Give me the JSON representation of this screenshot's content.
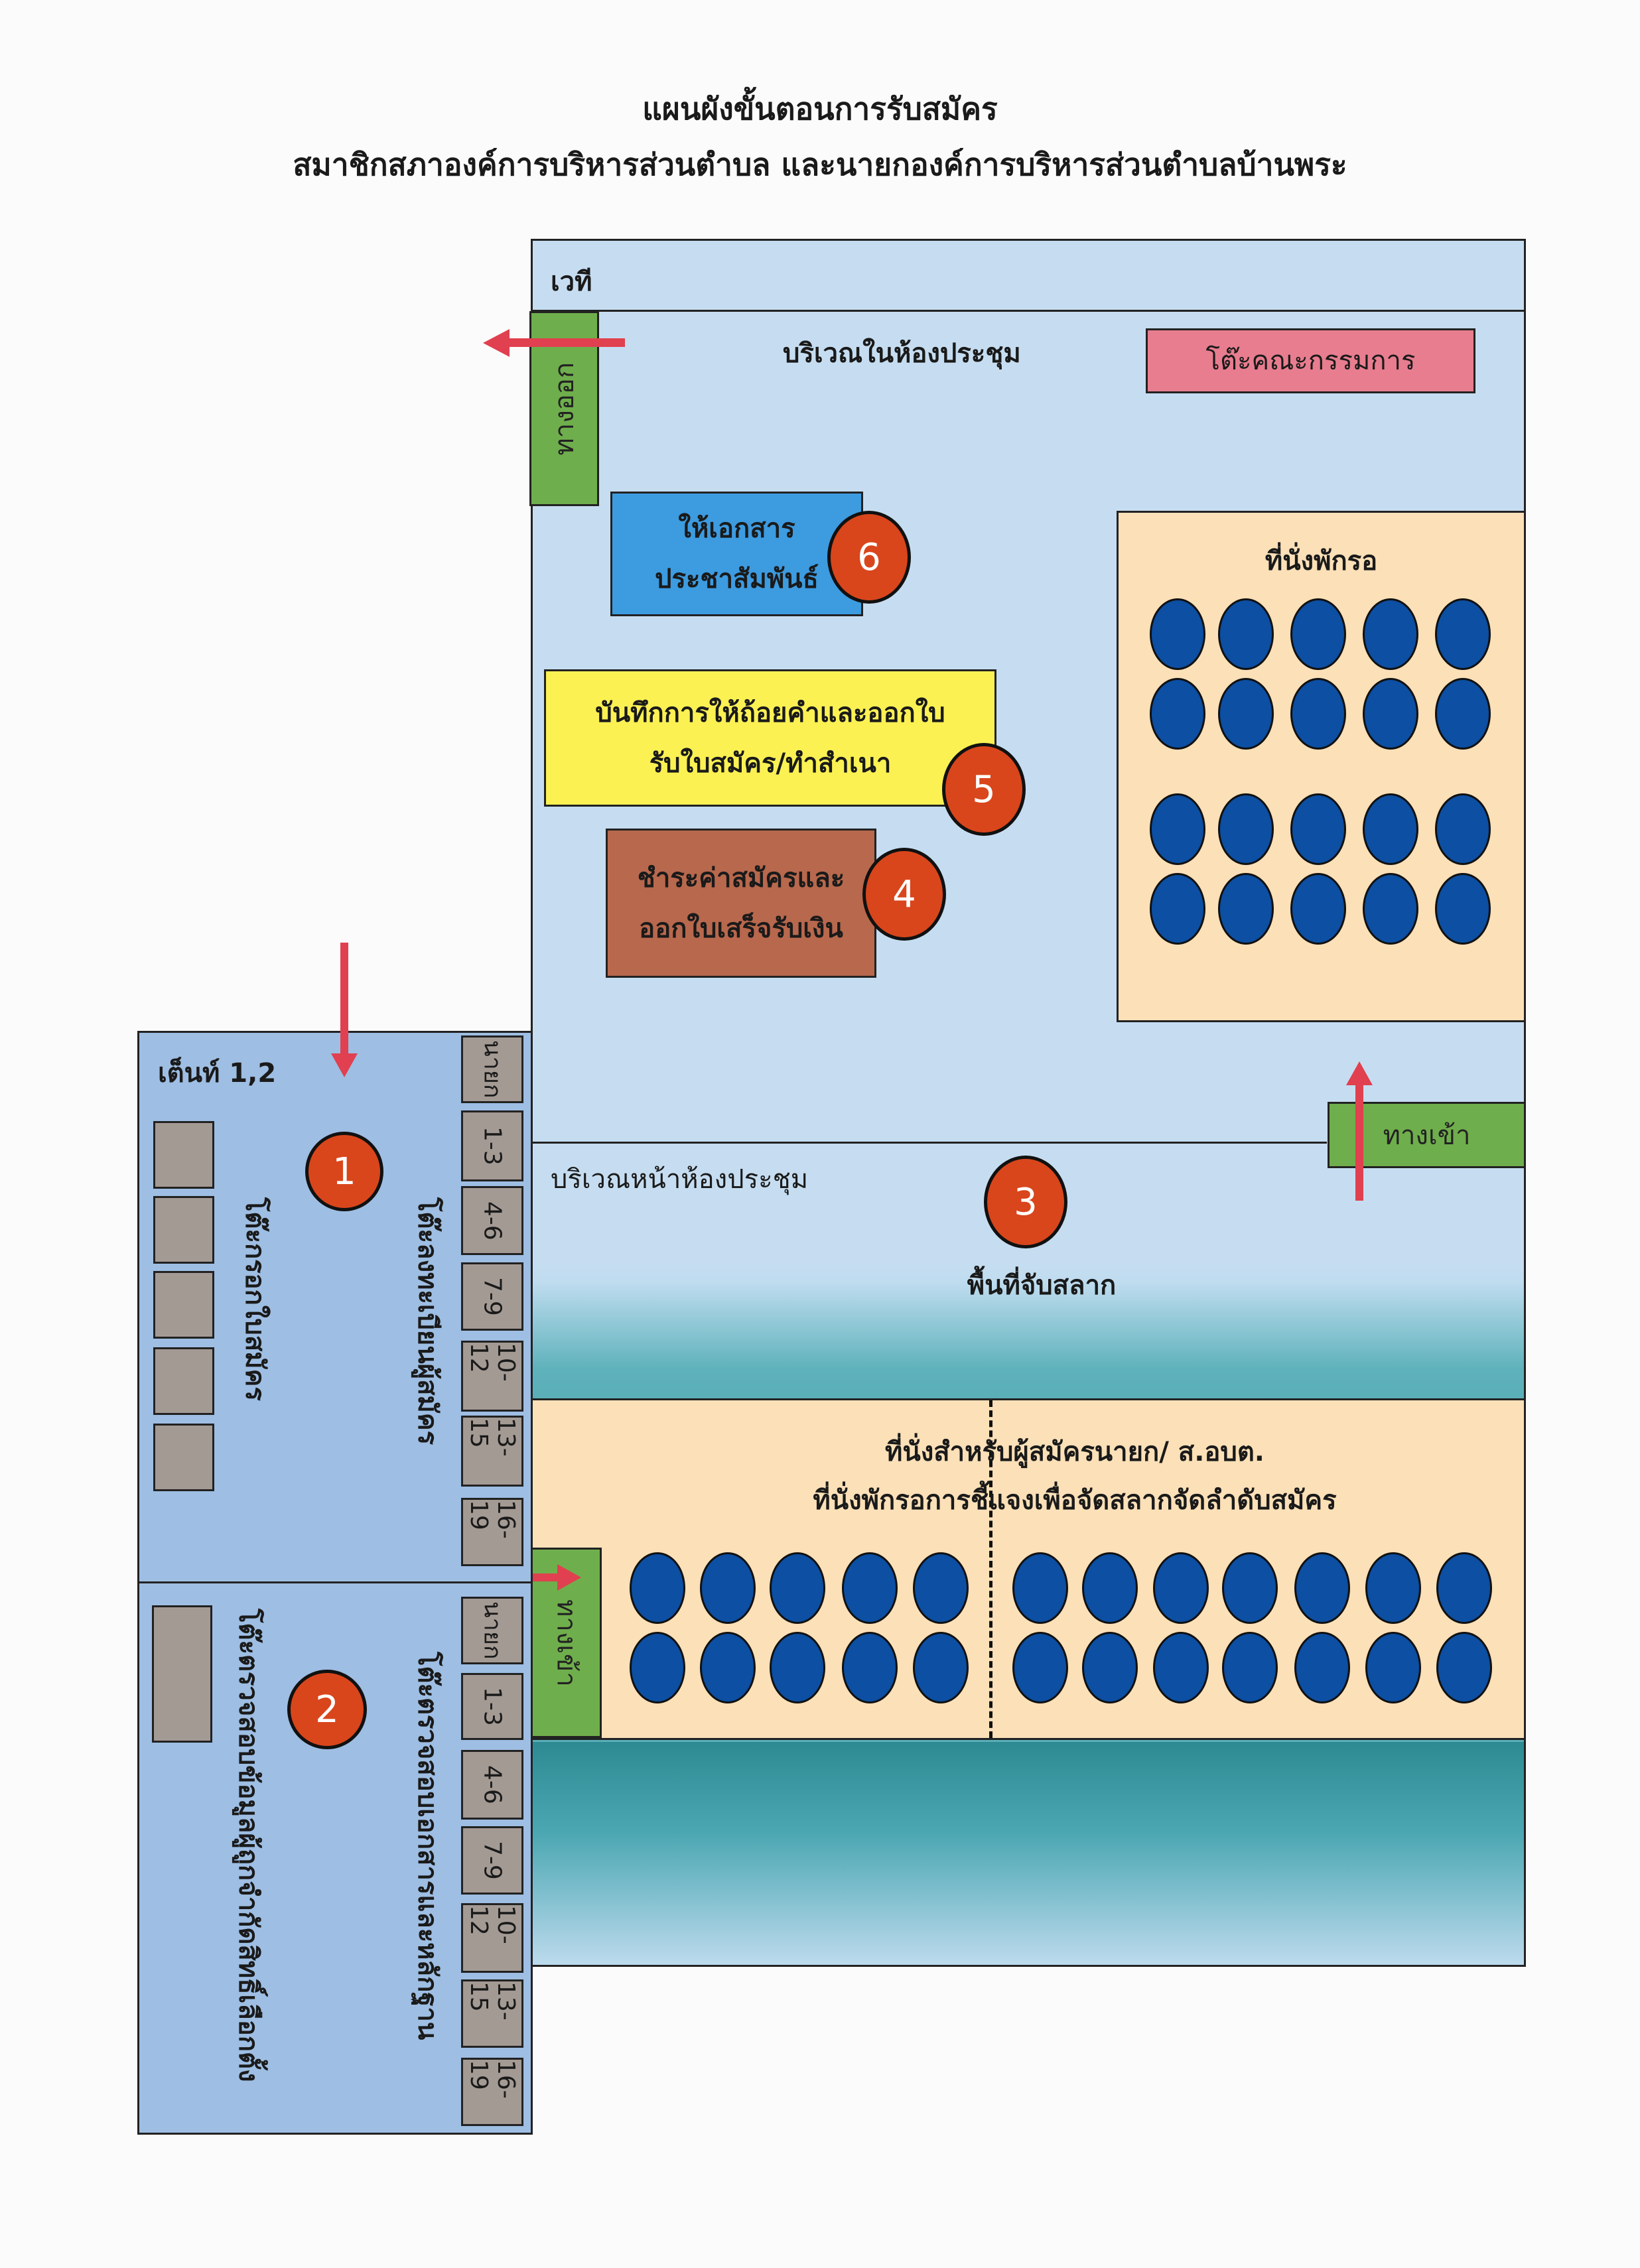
{
  "title": {
    "line1": "แผนผังขั้นตอนการรับสมัคร",
    "line2": "สมาชิกสภาองค์การบริหารส่วนตำบล และนายกองค์การบริหารส่วนตำบลบ้านพระ"
  },
  "room": {
    "stage": "เวที",
    "exit": "ทางออก",
    "inner_area": "บริเวณในห้องประชุม",
    "committee_table": "โต๊ะคณะกรรมการ",
    "waiting_seats": "ที่นั่งพักรอ",
    "front_area": "บริเวณหน้าห้องประชุม",
    "entrance_right": "ทางเข้า",
    "lottery_area": "พื้นที่จับสลาก",
    "candidate_seats_line1": "ที่นั่งสำหรับผู้สมัครนายก/ ส.อบต.",
    "candidate_seats_line2": "ที่นั่งพักรอการชี้แจงเพื่อจัดสลากจัดลำดับสมัคร",
    "entrance_left": "ทางเข้า"
  },
  "steps": {
    "s1": "1",
    "s2": "2",
    "s3": "3",
    "s4": "4",
    "s5": "5",
    "s6": "6",
    "step6_line1": "ให้เอกสาร",
    "step6_line2": "ประชาสัมพันธ์",
    "step5_line1": "บันทึกการให้ถ้อยคำและออกใบ",
    "step5_line2": "รับใบสมัคร/ทำสำเนา",
    "step4_line1": "ชำระค่าสมัครและ",
    "step4_line2": "ออกใบเสร็จรับเงิน"
  },
  "tent": {
    "label": "เต็นท์ 1,2",
    "fill_form_table": "โต๊ะกรอกใบสมัคร",
    "register_table": "โต๊ะลงทะเบียนผู้สมัคร",
    "check_docs_table": "โต๊ะตรวจสอบเอกสารและหลักฐาน",
    "check_rights_table": "โต๊ะตรวจสอบข้อมูลผู้ถูกจำกัดสิทธิ์เลือกตั้ง",
    "groups": [
      "นายก",
      "1-3",
      "4-6",
      "7-9",
      "10-12",
      "13-15",
      "16-19"
    ]
  },
  "colors": {
    "step_circle": "#d9461c",
    "seat": "#0c4fa3",
    "door": "#6fae4c",
    "arrow": "#e0404f",
    "committee": "#e87d8f",
    "step6_box": "#3d9be0",
    "step5_box": "#fbf153",
    "step4_box": "#b8684d",
    "seat_area": "#fbe0b8",
    "tent": "#9ebee3",
    "room": "#c6ddf1"
  }
}
